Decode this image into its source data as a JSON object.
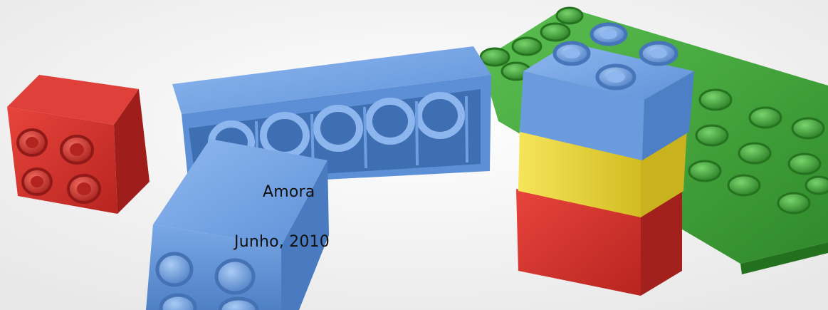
{
  "caption": {
    "name": "Amora",
    "date": "Junho, 2010"
  },
  "scene": {
    "subject": "lego-duplo-bricks",
    "colors": {
      "red": "#d8322c",
      "blue": "#6e9fe0",
      "yellow": "#e8d63c",
      "green": "#3f9e3a",
      "background": "#f4f4f4"
    }
  }
}
